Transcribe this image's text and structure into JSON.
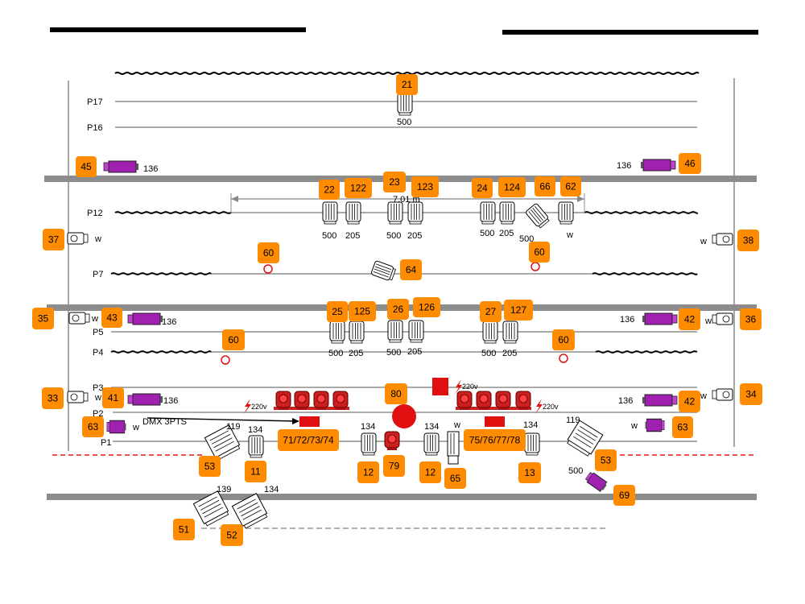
{
  "colors": {
    "badge": "#ff8c00",
    "pipe": "#777777",
    "truss": "#8c8c8c",
    "mover": "#a020b0",
    "smoke": "#dd1111",
    "edge": "#ee1111",
    "black": "#000000"
  },
  "pipes": [
    {
      "id": "P17",
      "label": "P17"
    },
    {
      "id": "P16",
      "label": "P16"
    },
    {
      "id": "P12",
      "label": "P12"
    },
    {
      "id": "P7",
      "label": "P7"
    },
    {
      "id": "P5",
      "label": "P5"
    },
    {
      "id": "P4",
      "label": "P4"
    },
    {
      "id": "P3",
      "label": "P3"
    },
    {
      "id": "P2",
      "label": "P2"
    },
    {
      "id": "P1",
      "label": "P1"
    }
  ],
  "dimension": {
    "label": "7,01 m"
  },
  "badges": [
    {
      "id": "b21",
      "text": "21"
    },
    {
      "id": "b45",
      "text": "45"
    },
    {
      "id": "b46",
      "text": "46"
    },
    {
      "id": "b22",
      "text": "22"
    },
    {
      "id": "b122",
      "text": "122"
    },
    {
      "id": "b23",
      "text": "23"
    },
    {
      "id": "b123",
      "text": "123"
    },
    {
      "id": "b24",
      "text": "24"
    },
    {
      "id": "b124",
      "text": "124"
    },
    {
      "id": "b66",
      "text": "66"
    },
    {
      "id": "b62",
      "text": "62"
    },
    {
      "id": "b37",
      "text": "37"
    },
    {
      "id": "b38",
      "text": "38"
    },
    {
      "id": "b60a",
      "text": "60"
    },
    {
      "id": "b60b",
      "text": "60"
    },
    {
      "id": "b64",
      "text": "64"
    },
    {
      "id": "b35",
      "text": "35"
    },
    {
      "id": "b43",
      "text": "43"
    },
    {
      "id": "b25",
      "text": "25"
    },
    {
      "id": "b125",
      "text": "125"
    },
    {
      "id": "b26",
      "text": "26"
    },
    {
      "id": "b126",
      "text": "126"
    },
    {
      "id": "b27",
      "text": "27"
    },
    {
      "id": "b127",
      "text": "127"
    },
    {
      "id": "b42a",
      "text": "42"
    },
    {
      "id": "b36",
      "text": "36"
    },
    {
      "id": "b60c",
      "text": "60"
    },
    {
      "id": "b60d",
      "text": "60"
    },
    {
      "id": "b80",
      "text": "80"
    },
    {
      "id": "b33",
      "text": "33"
    },
    {
      "id": "b41",
      "text": "41"
    },
    {
      "id": "b42b",
      "text": "42"
    },
    {
      "id": "b34",
      "text": "34"
    },
    {
      "id": "b63a",
      "text": "63"
    },
    {
      "id": "b63b",
      "text": "63"
    },
    {
      "id": "b7174",
      "text": "71/72/73/74"
    },
    {
      "id": "b7578",
      "text": "75/76/77/78"
    },
    {
      "id": "b53a",
      "text": "53"
    },
    {
      "id": "b11",
      "text": "11"
    },
    {
      "id": "b12a",
      "text": "12"
    },
    {
      "id": "b79",
      "text": "79"
    },
    {
      "id": "b12b",
      "text": "12"
    },
    {
      "id": "b65",
      "text": "65"
    },
    {
      "id": "b13",
      "text": "13"
    },
    {
      "id": "b53b",
      "text": "53"
    },
    {
      "id": "b69",
      "text": "69"
    },
    {
      "id": "b51",
      "text": "51"
    },
    {
      "id": "b52",
      "text": "52"
    }
  ],
  "labels": [
    {
      "id": "l500_21",
      "text": "500"
    },
    {
      "id": "l136_45",
      "text": "136"
    },
    {
      "id": "l136_46",
      "text": "136"
    },
    {
      "id": "l500_22",
      "text": "500"
    },
    {
      "id": "l205_122",
      "text": "205"
    },
    {
      "id": "l500_23",
      "text": "500"
    },
    {
      "id": "l205_123",
      "text": "205"
    },
    {
      "id": "l500_24",
      "text": "500"
    },
    {
      "id": "l205_124",
      "text": "205"
    },
    {
      "id": "l500_66",
      "text": "500"
    },
    {
      "id": "lw_62",
      "text": "w"
    },
    {
      "id": "lw_37",
      "text": "w"
    },
    {
      "id": "lw_38",
      "text": "w"
    },
    {
      "id": "lw_35",
      "text": "w"
    },
    {
      "id": "l136_43",
      "text": "136"
    },
    {
      "id": "l500_25",
      "text": "500"
    },
    {
      "id": "l205_125",
      "text": "205"
    },
    {
      "id": "l500_26",
      "text": "500"
    },
    {
      "id": "l205_126",
      "text": "205"
    },
    {
      "id": "l500_27",
      "text": "500"
    },
    {
      "id": "l205_127",
      "text": "205"
    },
    {
      "id": "l136_42a",
      "text": "136"
    },
    {
      "id": "lw_36",
      "text": "w"
    },
    {
      "id": "l220_a",
      "text": "220v"
    },
    {
      "id": "l220_b",
      "text": "220v"
    },
    {
      "id": "l220_c",
      "text": "220v"
    },
    {
      "id": "lw_33",
      "text": "w"
    },
    {
      "id": "l136_41",
      "text": "136"
    },
    {
      "id": "l136_42b",
      "text": "136"
    },
    {
      "id": "lw_34",
      "text": "w"
    },
    {
      "id": "lw_63a",
      "text": "w"
    },
    {
      "id": "lw_63b",
      "text": "w"
    },
    {
      "id": "ldmx",
      "text": "DMX 3PTS"
    },
    {
      "id": "l119_a",
      "text": "119"
    },
    {
      "id": "l134_11",
      "text": "134"
    },
    {
      "id": "l134_12a",
      "text": "134"
    },
    {
      "id": "l134_12b",
      "text": "134"
    },
    {
      "id": "lw_65",
      "text": "w"
    },
    {
      "id": "l134_13",
      "text": "134"
    },
    {
      "id": "l119_b",
      "text": "119"
    },
    {
      "id": "l500_69",
      "text": "500"
    },
    {
      "id": "l139",
      "text": "139"
    },
    {
      "id": "l134_52",
      "text": "134"
    }
  ]
}
